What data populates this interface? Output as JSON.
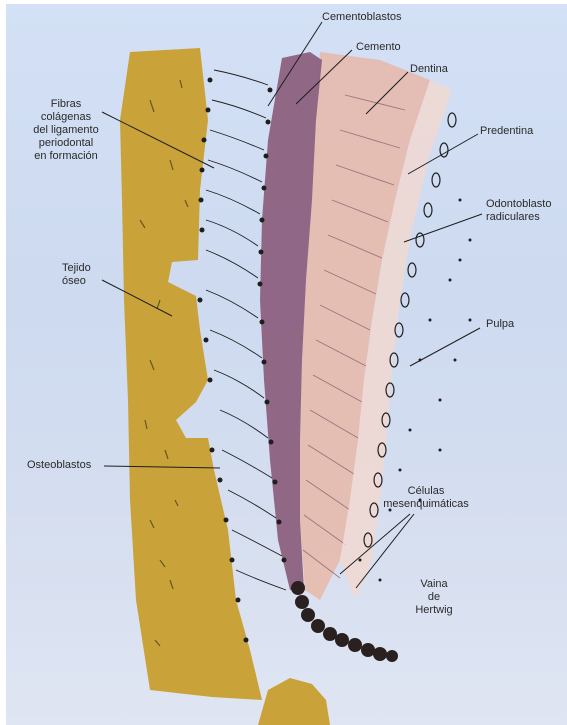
{
  "labels": {
    "cementoblastos": "Cementoblastos",
    "cemento": "Cemento",
    "dentina": "Dentina",
    "fibras": [
      "Fibras",
      "colágenas",
      "del ligamento",
      "periodontal",
      "en formación"
    ],
    "predentina": "Predentina",
    "odontoblastos": [
      "Odontoblasto",
      "radiculares"
    ],
    "tejido_oseo": [
      "Tejido",
      "óseo"
    ],
    "pulpa": "Pulpa",
    "osteoblastos": "Osteoblastos",
    "celulas": [
      "Células",
      "mesenquimáticas"
    ],
    "vaina": [
      "Vaina",
      "de",
      "Hertwig"
    ]
  },
  "colors": {
    "bone": "#c9a23a",
    "cementum": "#8a5a7a",
    "dentin": "#e8b8a8",
    "ink": "#1e1e1e",
    "background": "#d3e0f5"
  }
}
